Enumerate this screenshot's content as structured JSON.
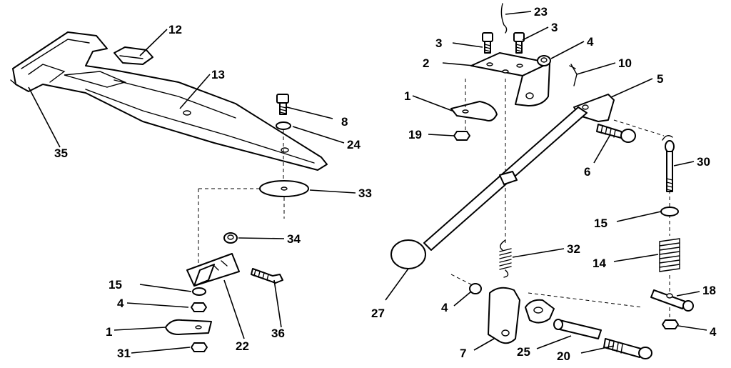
{
  "callouts": {
    "c1a": "1",
    "c1b": "1",
    "c2": "2",
    "c3a": "3",
    "c3b": "3",
    "c4a": "4",
    "c4b": "4",
    "c4c": "4",
    "c4d": "4",
    "c5": "5",
    "c6": "6",
    "c7": "7",
    "c8": "8",
    "c10": "10",
    "c12": "12",
    "c13": "13",
    "c14": "14",
    "c15a": "15",
    "c15b": "15",
    "c18": "18",
    "c19": "19",
    "c20": "20",
    "c22": "22",
    "c23": "23",
    "c24": "24",
    "c25": "25",
    "c27": "27",
    "c30": "30",
    "c31": "31",
    "c32": "32",
    "c33": "33",
    "c34": "34",
    "c35": "35",
    "c36": "36"
  }
}
